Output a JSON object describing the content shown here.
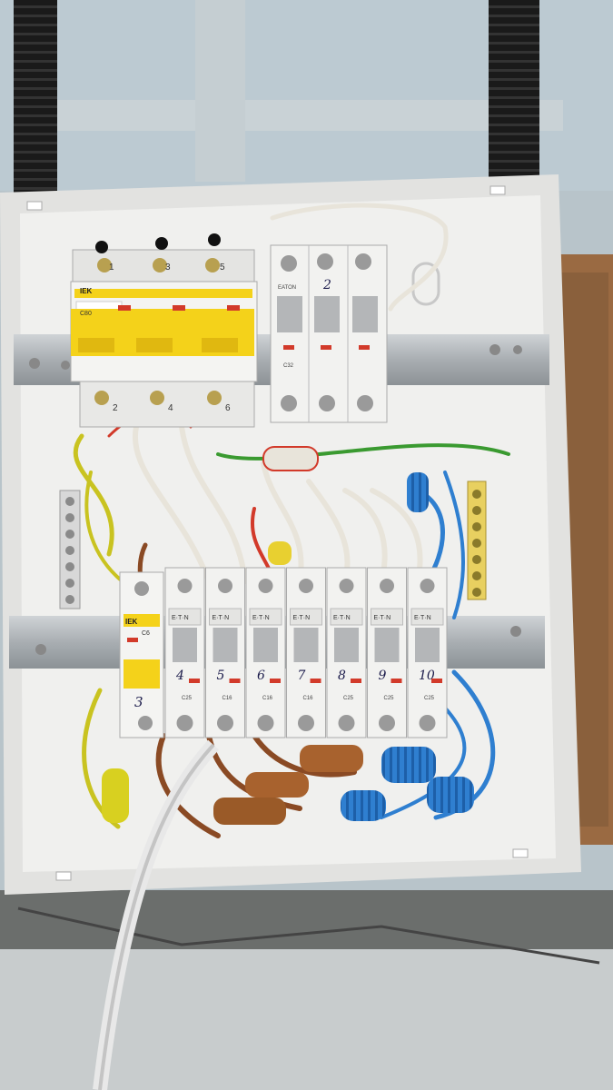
{
  "main_breaker": {
    "brand": "IEK",
    "rating": "C80",
    "top_terminals": [
      "1",
      "3",
      "5"
    ],
    "bottom_terminals": [
      "2",
      "4",
      "6"
    ]
  },
  "top_right_breakers": {
    "brand": "EATON",
    "rating": "C32",
    "label": "2"
  },
  "bottom_row": {
    "first_breaker": {
      "brand": "IEK",
      "rating": "C6",
      "label": "3"
    },
    "breakers": [
      {
        "label": "4",
        "brand": "E·T·N",
        "rating": "C25"
      },
      {
        "label": "5",
        "brand": "E·T·N",
        "rating": "C16"
      },
      {
        "label": "6",
        "brand": "E·T·N",
        "rating": "C16"
      },
      {
        "label": "7",
        "brand": "E·T·N",
        "rating": "C16"
      },
      {
        "label": "8",
        "brand": "E·T·N",
        "rating": "C25"
      },
      {
        "label": "9",
        "brand": "E·T·N",
        "rating": "C25"
      },
      {
        "label": "10",
        "brand": "E·T·N",
        "rating": "C25"
      }
    ]
  },
  "colors": {
    "wall": "#b9c3c8",
    "enclosure": "#ededed",
    "breaker_body": "#f2f2f0",
    "iek_yellow": "#f4d21a",
    "wire_brown": "#8a4a24",
    "wire_blue": "#2f7fd0",
    "wire_yellow_green": "#c9c320",
    "rust": "#9a6a42"
  }
}
